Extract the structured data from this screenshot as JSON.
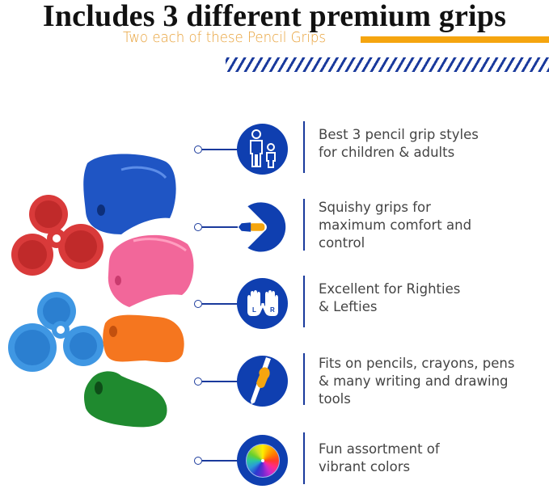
{
  "header": {
    "title": "Includes 3 different premium grips",
    "subtitle": "Two each of these Pencil Grips"
  },
  "colors": {
    "brand_blue": "#0f3fb0",
    "accent_orange": "#f5a50f",
    "subtitle_orange": "#e8a23a",
    "text_gray": "#444444"
  },
  "photo": {
    "description": "Six colored pencil grips: red and blue three-hole grips, blue, pink, orange and green single-hole grips"
  },
  "features": [
    {
      "icon": "parent-child-icon",
      "lines": [
        "Best 3 pencil grip styles",
        "for children & adults"
      ]
    },
    {
      "icon": "squishy-grip-icon",
      "lines": [
        "Squishy grips for",
        "maximum comfort and",
        "control"
      ]
    },
    {
      "icon": "left-right-hands-icon",
      "lines": [
        "Excellent for Righties",
        "& Lefties"
      ],
      "hand_labels": [
        "L",
        "R"
      ]
    },
    {
      "icon": "pencil-with-grip-icon",
      "lines": [
        "Fits on pencils, crayons, pens",
        "& many writing and drawing",
        "tools"
      ]
    },
    {
      "icon": "color-wheel-icon",
      "lines": [
        "Fun assortment of",
        "vibrant colors"
      ]
    }
  ]
}
